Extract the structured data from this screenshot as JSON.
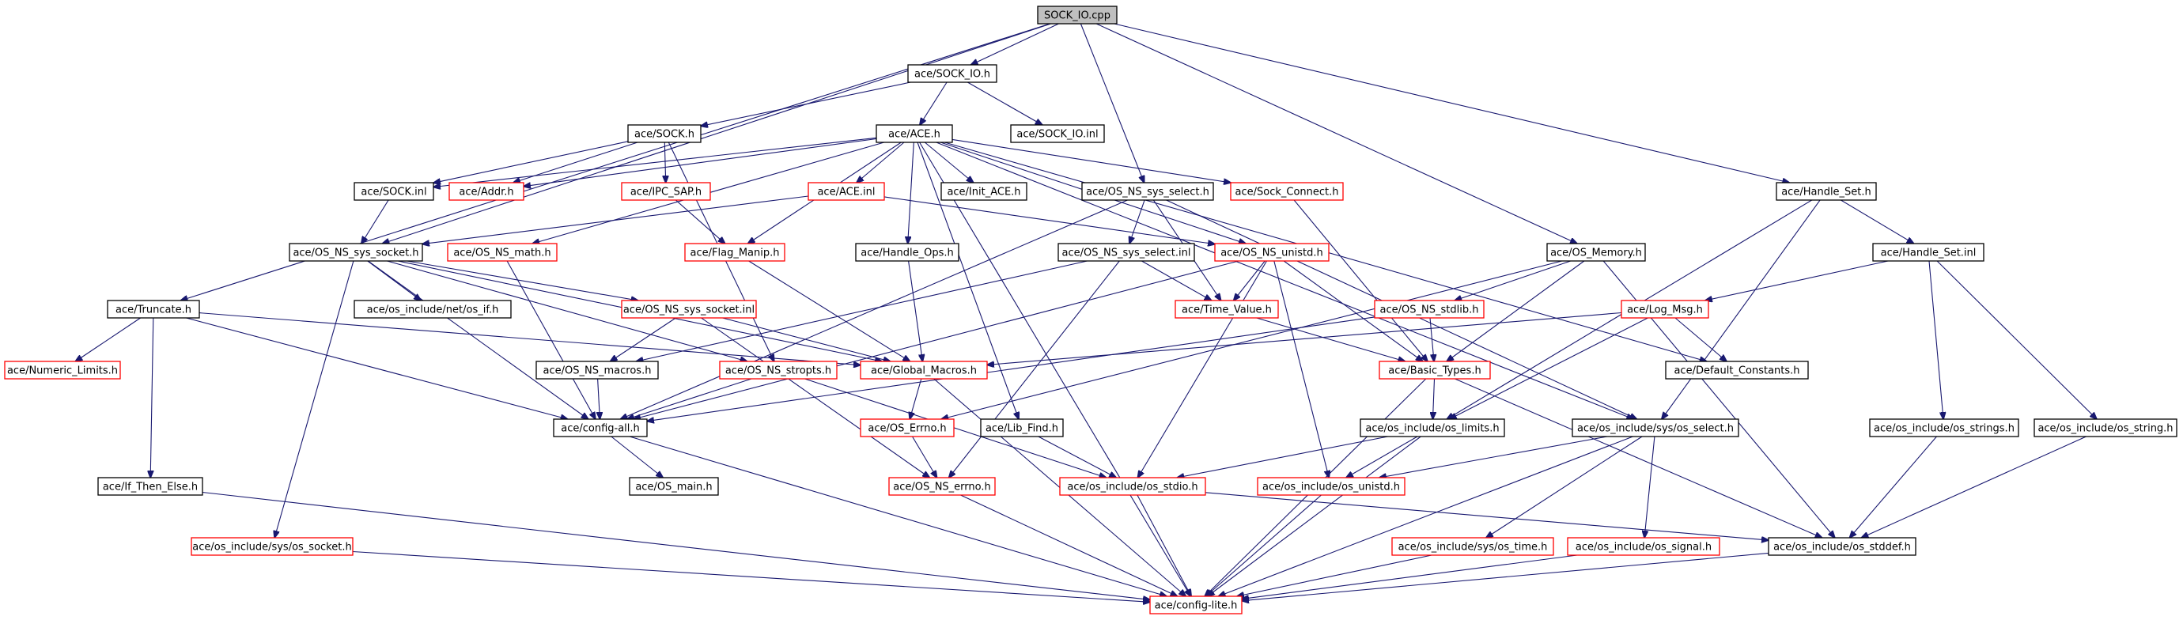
{
  "colors": {
    "edge": "#191970",
    "documented_border": "#000000",
    "undocumented_border": "#ff0000",
    "root_fill": "#bfbfbf"
  },
  "nodes": {
    "sock_io_cpp": "SOCK_IO.cpp",
    "sock_io_h": "ace/SOCK_IO.h",
    "sock_h": "ace/SOCK.h",
    "ace_h": "ace/ACE.h",
    "sock_io_inl": "ace/SOCK_IO.inl",
    "sock_inl": "ace/SOCK.inl",
    "addr_h": "ace/Addr.h",
    "ipc_sap_h": "ace/IPC_SAP.h",
    "ace_inl": "ace/ACE.inl",
    "init_ace_h": "ace/Init_ACE.h",
    "os_ns_sys_select_h": "ace/OS_NS_sys_select.h",
    "sock_connect_h": "ace/Sock_Connect.h",
    "handle_set_h": "ace/Handle_Set.h",
    "os_ns_sys_socket_h": "ace/OS_NS_sys_socket.h",
    "os_ns_math_h": "ace/OS_NS_math.h",
    "flag_manip_h": "ace/Flag_Manip.h",
    "handle_ops_h": "ace/Handle_Ops.h",
    "os_ns_sys_select_inl": "ace/OS_NS_sys_select.inl",
    "os_ns_unistd_h": "ace/OS_NS_unistd.h",
    "os_memory_h": "ace/OS_Memory.h",
    "handle_set_inl": "ace/Handle_Set.inl",
    "truncate_h": "ace/Truncate.h",
    "os_if_h": "ace/os_include/net/os_if.h",
    "os_ns_sys_socket_inl": "ace/OS_NS_sys_socket.inl",
    "time_value_h": "ace/Time_Value.h",
    "os_ns_stdlib_h": "ace/OS_NS_stdlib.h",
    "log_msg_h": "ace/Log_Msg.h",
    "numeric_limits_h": "ace/Numeric_Limits.h",
    "os_ns_macros_h": "ace/OS_NS_macros.h",
    "os_ns_stropts_h": "ace/OS_NS_stropts.h",
    "global_macros_h": "ace/Global_Macros.h",
    "basic_types_h": "ace/Basic_Types.h",
    "default_constants_h": "ace/Default_Constants.h",
    "config_all_h": "ace/config-all.h",
    "os_errno_h": "ace/OS_Errno.h",
    "lib_find_h": "ace/Lib_Find.h",
    "os_limits_h": "ace/os_include/os_limits.h",
    "os_sys_select_h": "ace/os_include/sys/os_select.h",
    "os_strings_h": "ace/os_include/os_strings.h",
    "os_string_h": "ace/os_include/os_string.h",
    "if_then_else_h": "ace/If_Then_Else.h",
    "os_main_h": "ace/OS_main.h",
    "os_ns_errno_h": "ace/OS_NS_errno.h",
    "os_stdio_h": "ace/os_include/os_stdio.h",
    "os_unistd_h": "ace/os_include/os_unistd.h",
    "os_sys_socket_h": "ace/os_include/sys/os_socket.h",
    "os_sys_time_h": "ace/os_include/sys/os_time.h",
    "os_signal_h": "ace/os_include/os_signal.h",
    "os_stddef_h": "ace/os_include/os_stddef.h",
    "config_lite_h": "ace/config-lite.h"
  }
}
